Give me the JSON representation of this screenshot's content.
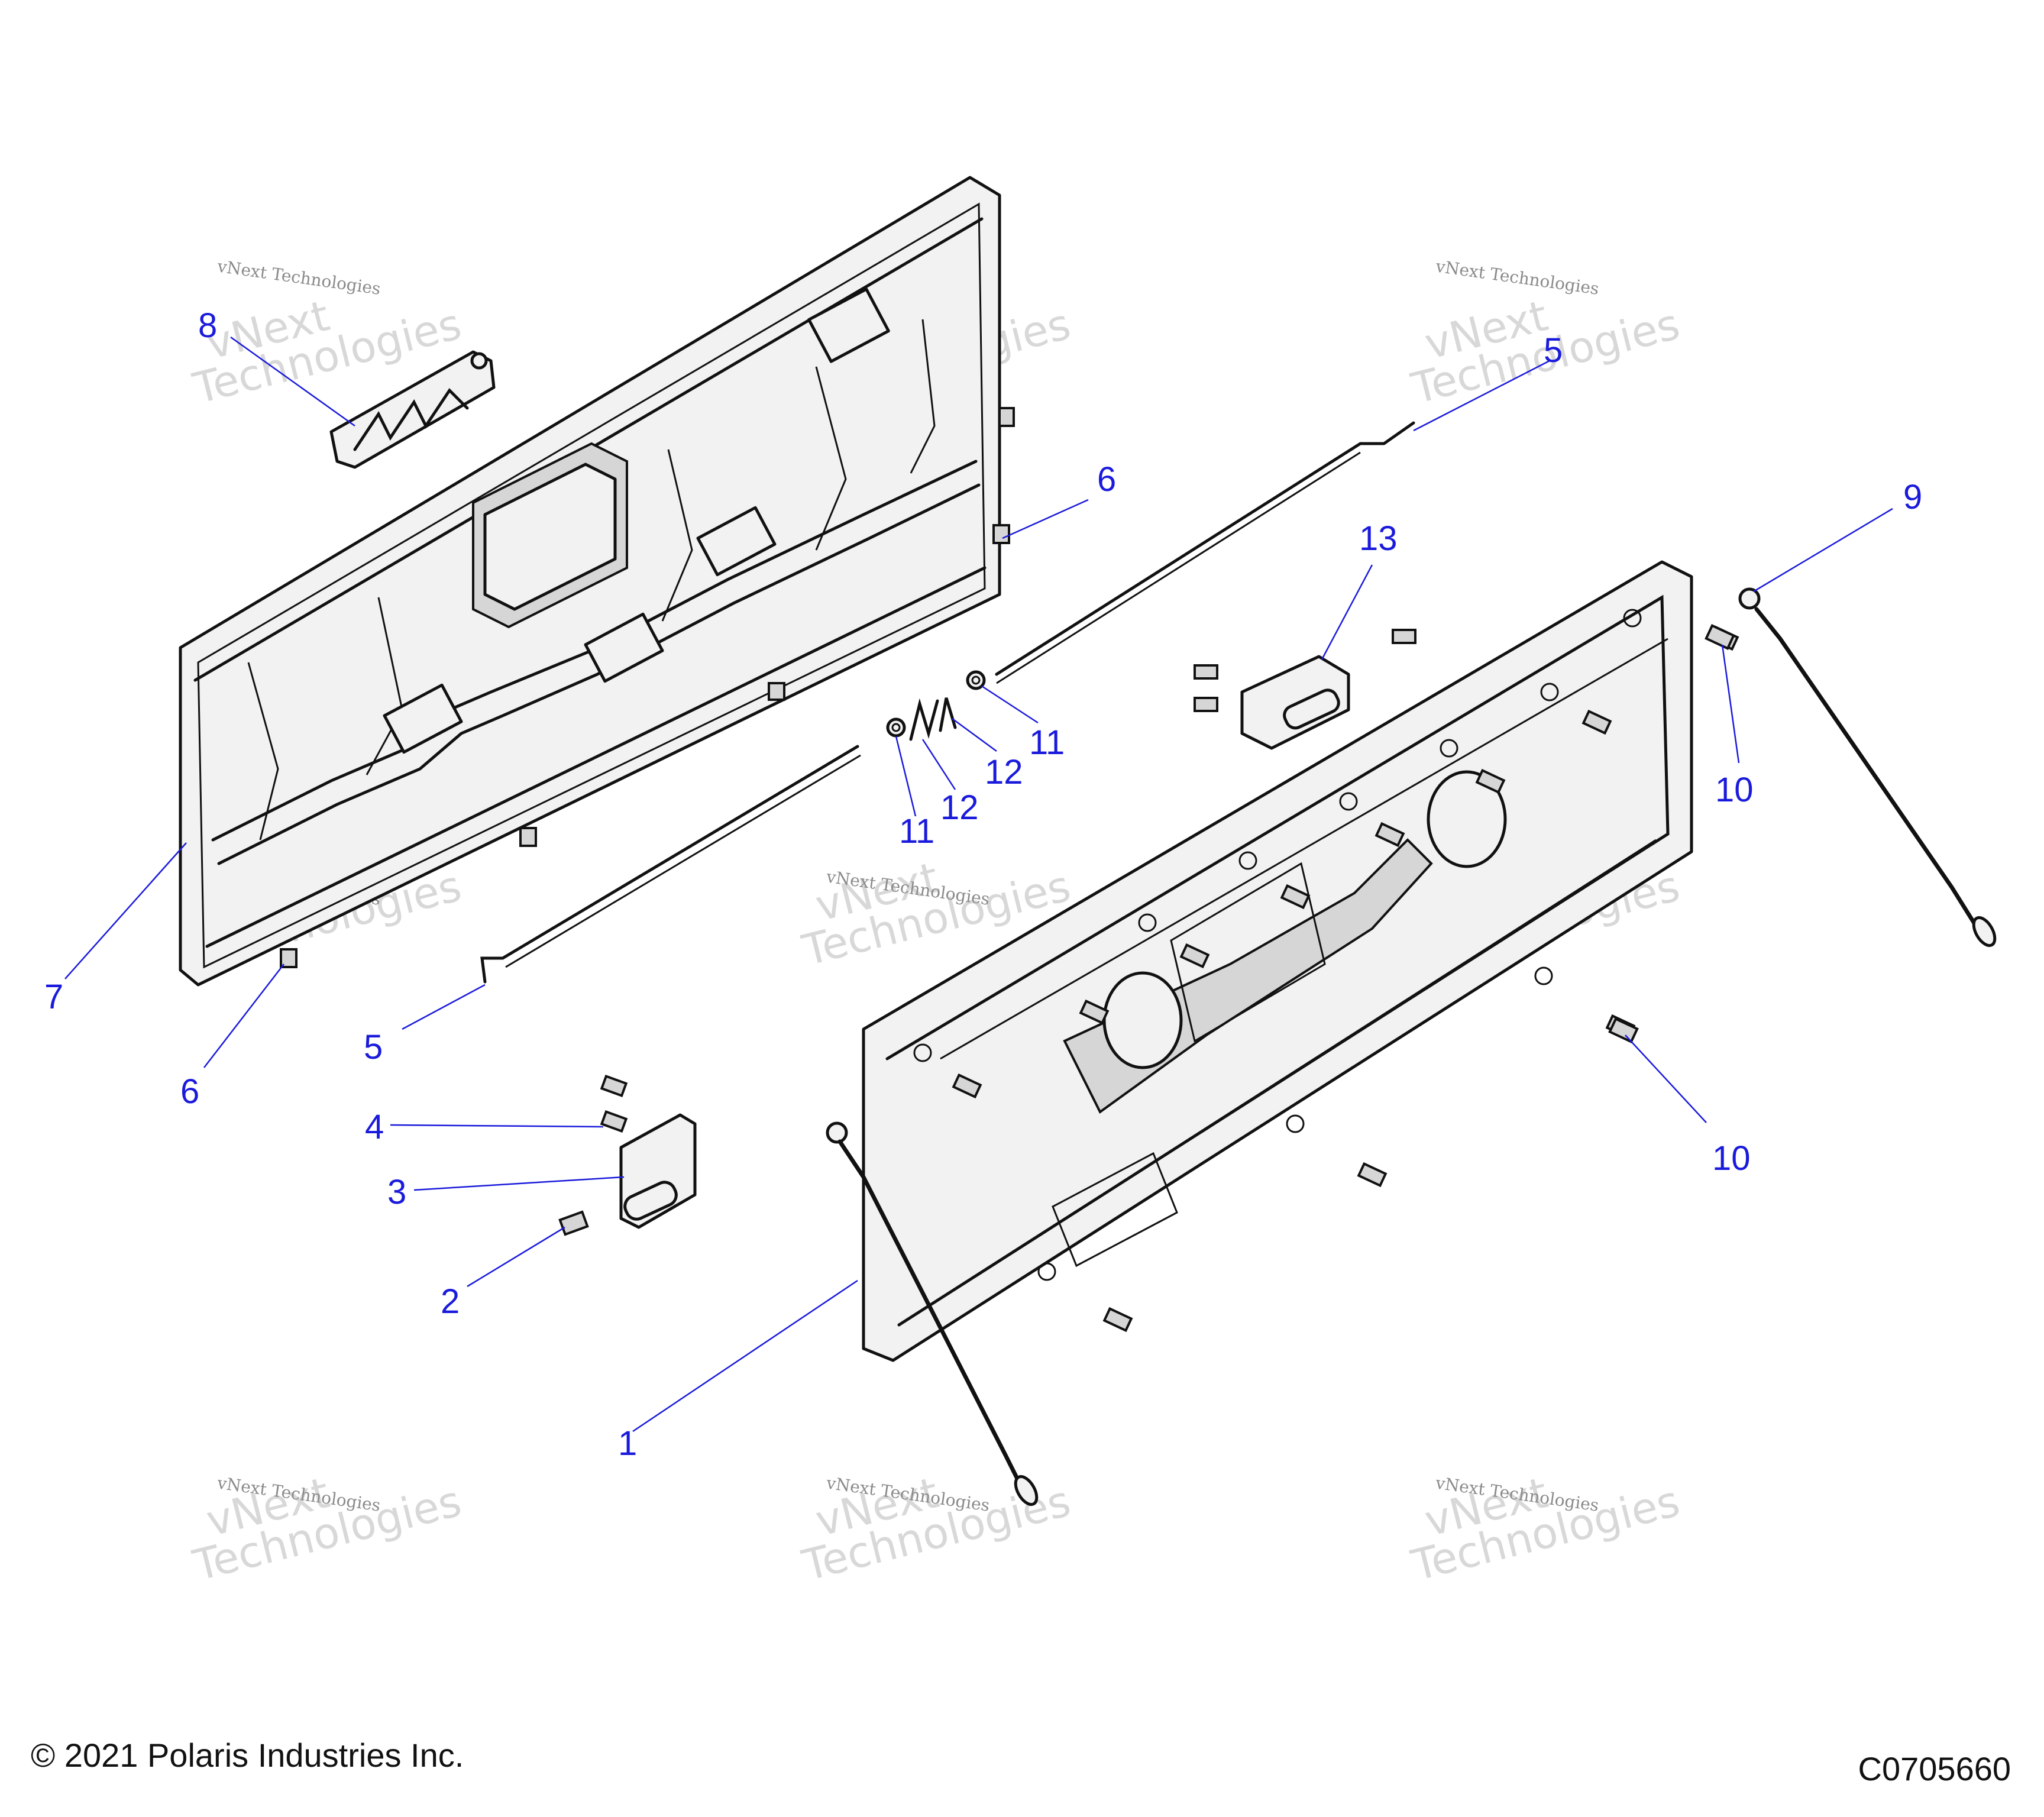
{
  "callouts": [
    {
      "id": "c1",
      "label": "1"
    },
    {
      "id": "c2",
      "label": "2"
    },
    {
      "id": "c3",
      "label": "3"
    },
    {
      "id": "c4",
      "label": "4"
    },
    {
      "id": "c5a",
      "label": "5"
    },
    {
      "id": "c5b",
      "label": "5"
    },
    {
      "id": "c6a",
      "label": "6"
    },
    {
      "id": "c6b",
      "label": "6"
    },
    {
      "id": "c7",
      "label": "7"
    },
    {
      "id": "c8",
      "label": "8"
    },
    {
      "id": "c9",
      "label": "9"
    },
    {
      "id": "c10a",
      "label": "10"
    },
    {
      "id": "c10b",
      "label": "10"
    },
    {
      "id": "c11a",
      "label": "11"
    },
    {
      "id": "c11b",
      "label": "11"
    },
    {
      "id": "c12a",
      "label": "12"
    },
    {
      "id": "c12b",
      "label": "12"
    },
    {
      "id": "c13",
      "label": "13"
    }
  ],
  "watermark": {
    "line1": "vNext",
    "line2": "Technologies",
    "small": "vNext Technologies"
  },
  "footer": {
    "copyright": "© 2021 Polaris Industries Inc.",
    "diagram_code": "C0705660"
  },
  "colors": {
    "callout": "#1a1adc",
    "line_art": "#111111",
    "part_fill": "#f2f2f2"
  }
}
